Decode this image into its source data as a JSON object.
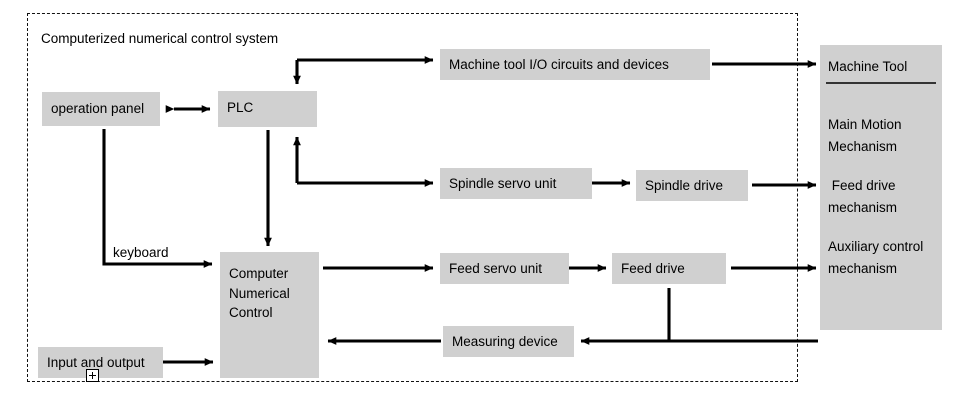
{
  "diagram": {
    "title": "Computerized numerical control system",
    "system_boundary": {
      "style": "dashed",
      "label": "Computerized numerical control system"
    },
    "colors": {
      "node_fill": "#d0d0d0",
      "stroke": "#000000",
      "background": "#ffffff"
    },
    "nodes": [
      {
        "id": "operation-panel",
        "label": "operation panel"
      },
      {
        "id": "plc",
        "label": "PLC"
      },
      {
        "id": "machine-tool-io",
        "label": "Machine tool I/O circuits and devices"
      },
      {
        "id": "spindle-servo-unit",
        "label": "Spindle servo unit"
      },
      {
        "id": "spindle-drive",
        "label": "Spindle drive"
      },
      {
        "id": "cnc",
        "label": "Computer\nNumerical\nControl",
        "lines": [
          "Computer",
          "Numerical",
          "Control"
        ]
      },
      {
        "id": "feed-servo-unit",
        "label": "Feed servo unit"
      },
      {
        "id": "feed-drive",
        "label": "Feed drive"
      },
      {
        "id": "measuring-device",
        "label": "Measuring device"
      },
      {
        "id": "input-and-output",
        "label": "Input and output"
      },
      {
        "id": "machine-tool",
        "label": "Machine Tool"
      }
    ],
    "machine_tool_panel": {
      "heading": "Machine Tool",
      "items": [
        "Main Motion\nMechanism",
        " Feed drive\nmechanism",
        "Auxiliary control\nmechanism"
      ],
      "item_lines": [
        [
          "Main Motion",
          "Mechanism"
        ],
        [
          " Feed drive",
          "mechanism"
        ],
        [
          "Auxiliary control",
          "mechanism"
        ]
      ]
    },
    "edge_labels": [
      {
        "id": "keyboard-label",
        "text": "keyboard"
      }
    ],
    "edges": [
      {
        "from": "operation-panel",
        "to": "plc",
        "type": "bidirectional"
      },
      {
        "from": "plc",
        "to": "machine-tool-io",
        "type": "arrow"
      },
      {
        "from": "machine-tool-io",
        "to": "machine-tool",
        "type": "arrow"
      },
      {
        "from": "spindle-servo-unit",
        "to": "plc",
        "type": "arrow"
      },
      {
        "from": "plc",
        "to": "spindle-servo-unit",
        "type": "arrow"
      },
      {
        "from": "spindle-servo-unit",
        "to": "spindle-drive",
        "type": "arrow"
      },
      {
        "from": "spindle-drive",
        "to": "machine-tool",
        "type": "arrow"
      },
      {
        "from": "plc",
        "to": "cnc",
        "type": "arrow"
      },
      {
        "from": "operation-panel",
        "to": "cnc",
        "type": "arrow",
        "label": "keyboard"
      },
      {
        "from": "cnc",
        "to": "feed-servo-unit",
        "type": "arrow"
      },
      {
        "from": "feed-servo-unit",
        "to": "feed-drive",
        "type": "arrow"
      },
      {
        "from": "feed-drive",
        "to": "machine-tool",
        "type": "arrow"
      },
      {
        "from": "feed-drive",
        "to": "measuring-device",
        "type": "arrow"
      },
      {
        "from": "measuring-device",
        "to": "cnc",
        "type": "arrow"
      },
      {
        "from": "input-and-output",
        "to": "cnc",
        "type": "arrow"
      }
    ],
    "handle": {
      "id": "resize-handle",
      "glyph": "+"
    }
  }
}
